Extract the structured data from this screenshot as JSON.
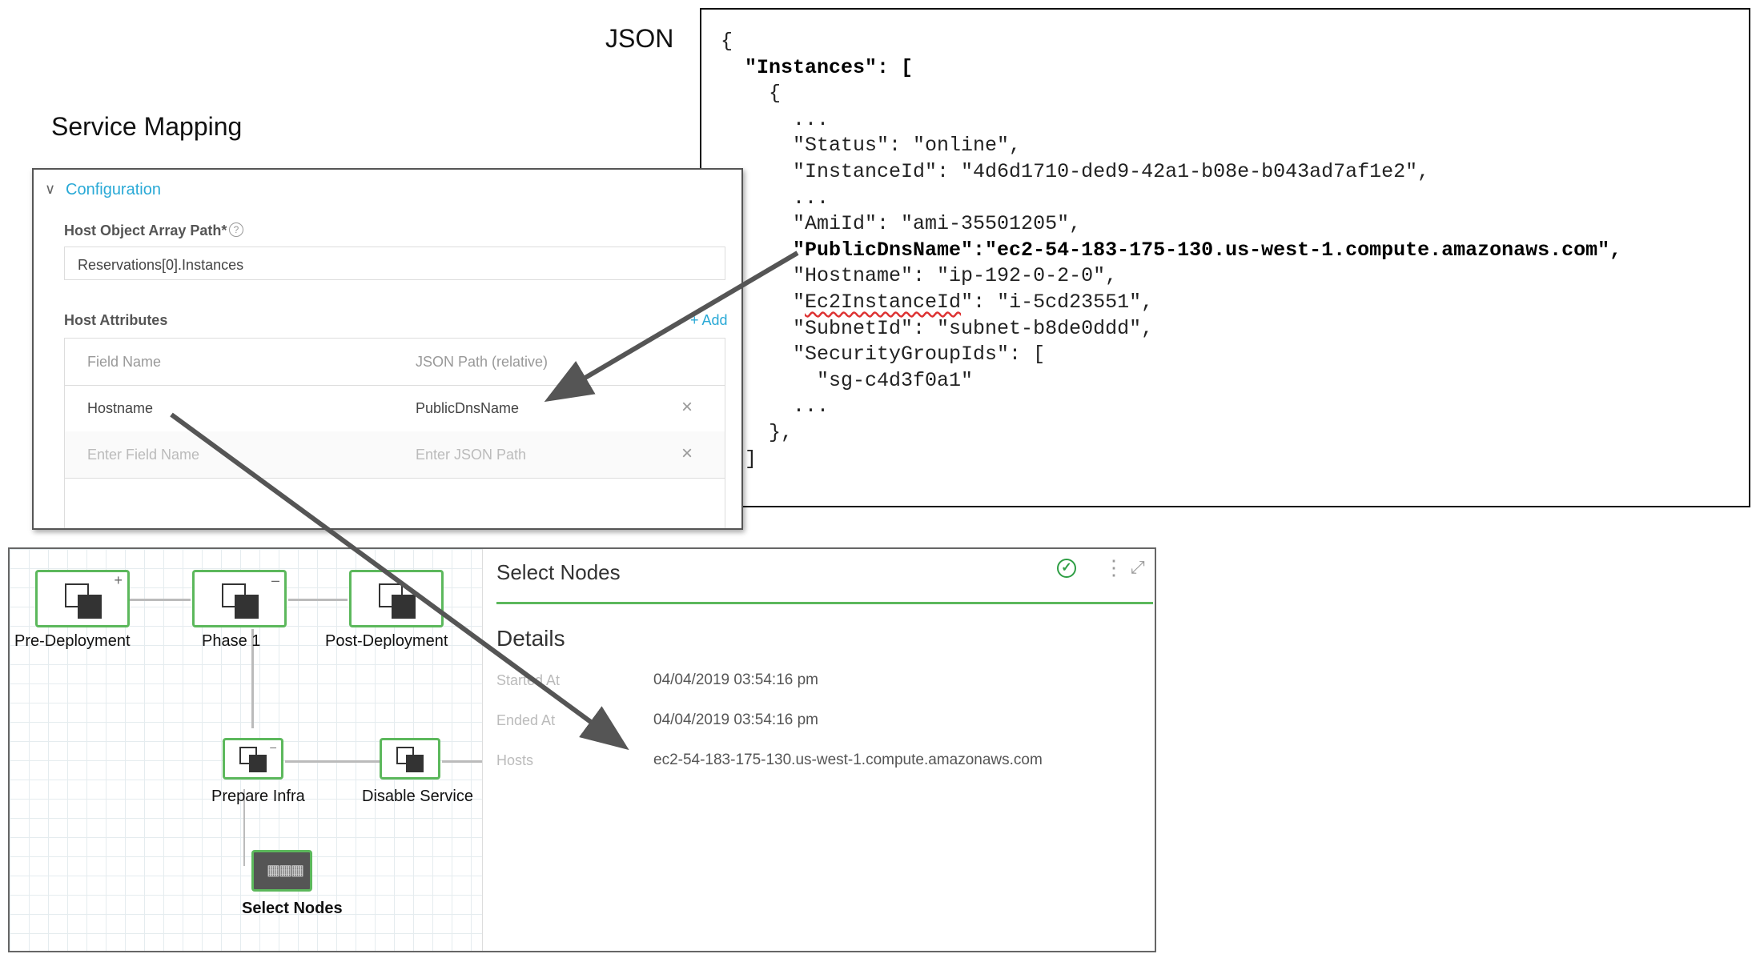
{
  "headings": {
    "json": "JSON",
    "service_mapping": "Service Mapping"
  },
  "json_lines": [
    {
      "text": "{",
      "indent": 0
    },
    {
      "text": "\"Instances\": [",
      "indent": 1,
      "bold": true
    },
    {
      "text": "{",
      "indent": 2
    },
    {
      "text": "...",
      "indent": 3
    },
    {
      "text": "\"Status\": \"online\",",
      "indent": 3
    },
    {
      "text": "\"InstanceId\": \"4d6d1710-ded9-42a1-b08e-b043ad7af1e2\",",
      "indent": 3
    },
    {
      "text": "...",
      "indent": 3
    },
    {
      "text": "\"AmiId\": \"ami-35501205\",",
      "indent": 3
    },
    {
      "text": "\"PublicDnsName\":\"ec2-54-183-175-130.us-west-1.compute.amazonaws.com\",",
      "indent": 3,
      "bold": true
    },
    {
      "text": "\"Hostname\": \"ip-192-0-2-0\",",
      "indent": 3
    },
    {
      "text": "\"Ec2InstanceId\": \"i-5cd23551\",",
      "indent": 3,
      "squiggle": "Ec2InstanceId"
    },
    {
      "text": "\"SubnetId\": \"subnet-b8de0ddd\",",
      "indent": 3
    },
    {
      "text": "\"SecurityGroupIds\": [",
      "indent": 3
    },
    {
      "text": "\"sg-c4d3f0a1\"",
      "indent": 4
    },
    {
      "text": "...",
      "indent": 3
    },
    {
      "text": "},",
      "indent": 2
    },
    {
      "text": "]",
      "indent": 1
    }
  ],
  "config": {
    "section_title": "Configuration",
    "array_path_label": "Host Object Array Path*",
    "array_path_value": "Reservations[0].Instances",
    "help_icon": "question-circle-icon",
    "attributes_label": "Host Attributes",
    "add_label": "+ Add",
    "columns": [
      "Field Name",
      "JSON Path (relative)"
    ],
    "rows": [
      {
        "field": "Hostname",
        "path": "PublicDnsName",
        "placeholder": false
      },
      {
        "field": "Enter Field Name",
        "path": "Enter JSON Path",
        "placeholder": true
      }
    ]
  },
  "workflow": {
    "nodes": {
      "pre_deployment": "Pre-Deployment",
      "phase_1": "Phase 1",
      "post_deployment": "Post-Deployment",
      "prepare_infra": "Prepare Infra",
      "disable_service": "Disable Service",
      "select_nodes": "Select Nodes"
    },
    "detail": {
      "title": "Select Nodes",
      "section": "Details",
      "rows": [
        {
          "key": "Started At",
          "value": "04/04/2019 03:54:16 pm"
        },
        {
          "key": "Ended At",
          "value": "04/04/2019 03:54:16 pm"
        },
        {
          "key": "Hosts",
          "value": "ec2-54-183-175-130.us-west-1.compute.amazonaws.com"
        }
      ]
    }
  },
  "colors": {
    "accent_blue": "#29a9d6",
    "success_green": "#5cb85c",
    "arrow_gray": "#555555"
  }
}
